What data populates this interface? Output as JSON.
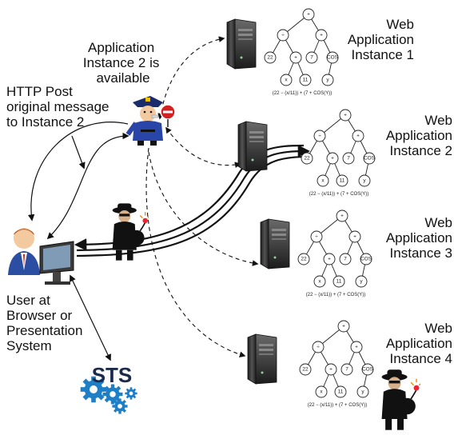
{
  "labels": {
    "app_instance_available": [
      "Application",
      "Instance 2 is",
      "available"
    ],
    "http_post": [
      "HTTP Post",
      "original message",
      "to Instance 2"
    ],
    "user": [
      "User at",
      "Browser or",
      "Presentation",
      "System"
    ],
    "sts": "STS"
  },
  "instances": [
    {
      "title": [
        "Web",
        "Application",
        "Instance 1"
      ]
    },
    {
      "title": [
        "Web",
        "Application",
        "Instance 2"
      ]
    },
    {
      "title": [
        "Web",
        "Application",
        "Instance 3"
      ]
    },
    {
      "title": [
        "Web",
        "Application",
        "Instance 4"
      ]
    }
  ],
  "expression_tree": {
    "root": "+",
    "left_op": "÷",
    "right_op": "+",
    "inner_op": "+",
    "leaves": [
      "22",
      "x",
      "11",
      "7",
      "COS",
      "y"
    ],
    "formula": "(22 − (x/11)) + (7 + COS(Y))"
  },
  "colors": {
    "server": "#2f2f2f",
    "gear": "#1e7fc7",
    "arrow": "#111111"
  }
}
